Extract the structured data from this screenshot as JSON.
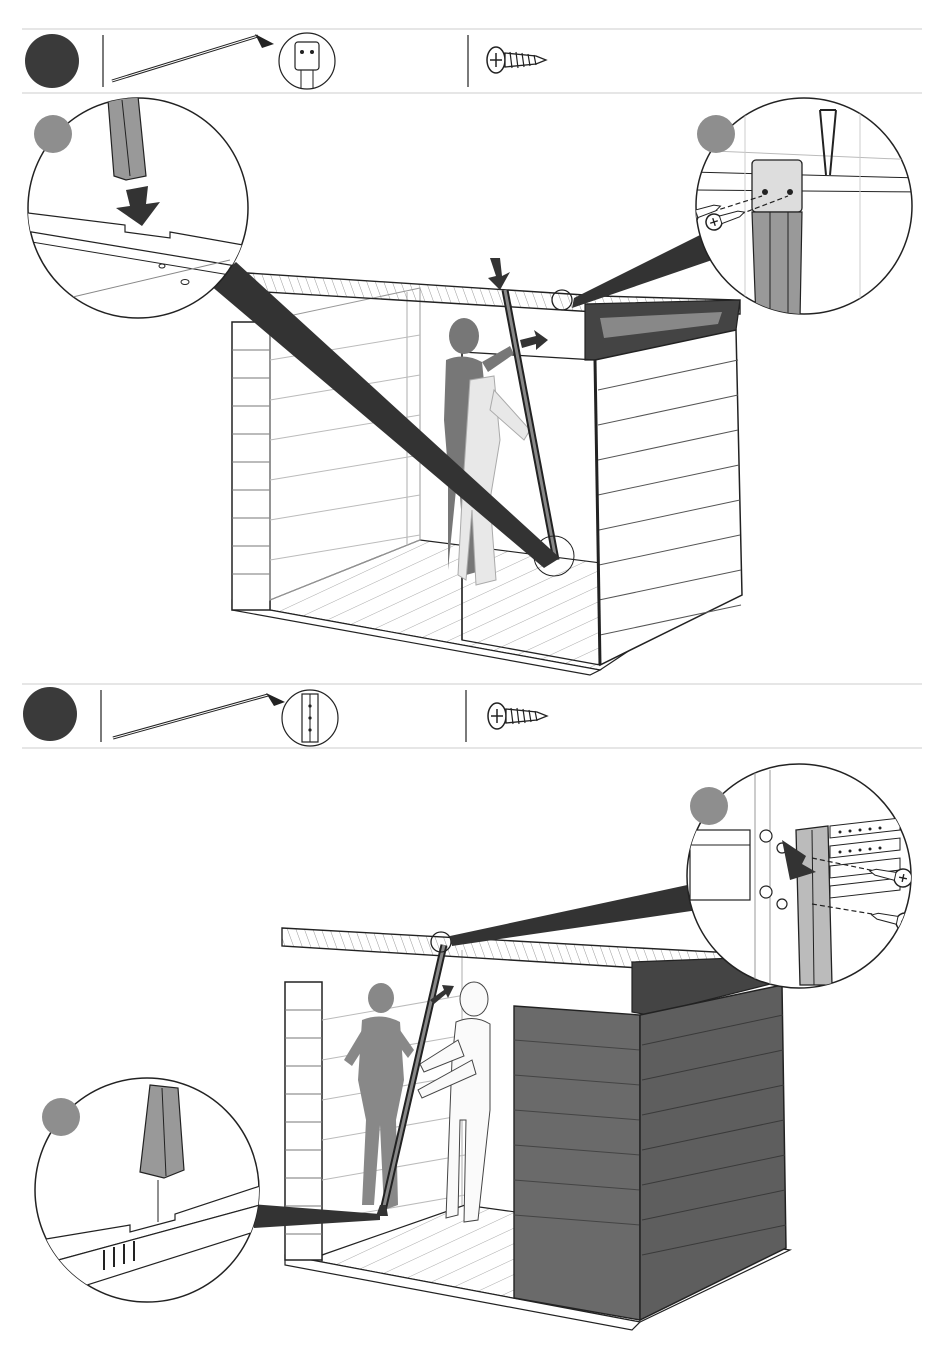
{
  "document": {
    "type": "assembly-instructions",
    "steps": [
      {
        "parts": [
          "long-rod",
          "bracket-clip"
        ],
        "hardware": [
          "screw-icon"
        ],
        "details": [
          "floor-slot-detail",
          "roof-bracket-screw-detail"
        ]
      },
      {
        "parts": [
          "long-rod",
          "hinge-strip"
        ],
        "hardware": [
          "screw-icon"
        ],
        "details": [
          "hinge-screw-detail",
          "floor-slot-detail"
        ]
      }
    ]
  },
  "colors": {
    "ink": "#222222",
    "step_circle": "#3a3a3a",
    "callout_circle": "#8e8e8e",
    "shadow_figure": "#777777",
    "panel_dark": "#6a6a6a",
    "arrow": "#333333"
  }
}
